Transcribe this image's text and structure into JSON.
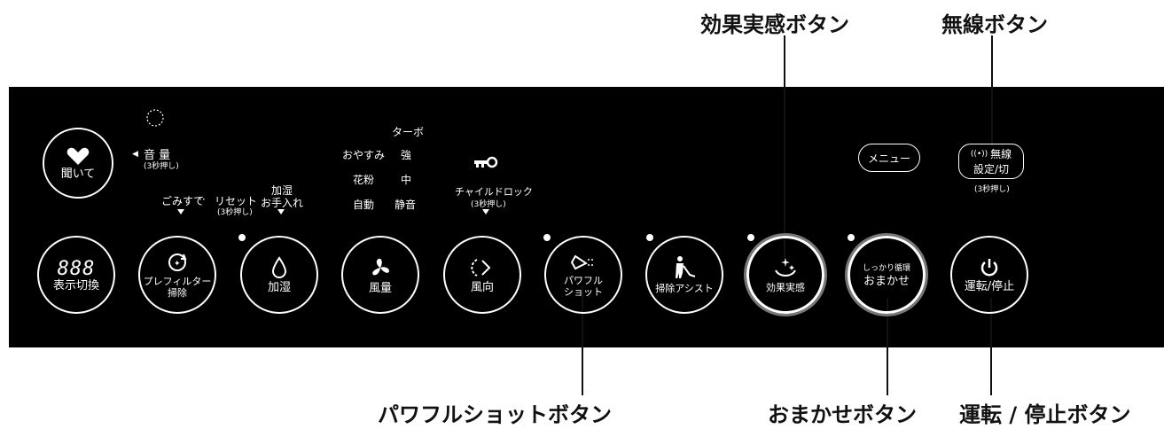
{
  "callouts": {
    "effect": "効果実感ボタン",
    "wireless": "無線ボタン",
    "powershot": "パワフルショットボタン",
    "omakase": "おまかせボタン",
    "power": "運転 / 停止ボタン"
  },
  "panel": {
    "listen_button": "聞いて",
    "volume": "音 量",
    "volume_sub": "(3秒押し)",
    "dust_label": "ごみすて",
    "reset_label": "リセット",
    "reset_sub": "(3秒押し)",
    "humid_care": "加湿",
    "humid_care2": "お手入れ",
    "mode_turbo": "ターボ",
    "mode_sleep": "おやすみ",
    "mode_strong": "強",
    "mode_pollen": "花粉",
    "mode_mid": "中",
    "mode_auto": "自動",
    "mode_quiet": "静音",
    "child_lock": "チャイルドロック",
    "child_lock_sub": "(3秒押し)",
    "menu_button": "メニュー",
    "wireless_line1": "無線",
    "wireless_line2": "設定/切",
    "wireless_sub": "(3秒押し)",
    "display_digits": "888",
    "display_switch": "表示切換",
    "prefilter_line1": "プレフィルター",
    "prefilter_line2": "掃除",
    "humidify": "加湿",
    "airflow": "風量",
    "direction": "風向",
    "powershot_line1": "パワフル",
    "powershot_line2": "ショット",
    "cleaning_assist": "掃除アシスト",
    "effect_button": "効果実感",
    "omakase_top": "しっかり循環",
    "omakase_main": "おまかせ",
    "power_button": "運転/停止"
  }
}
